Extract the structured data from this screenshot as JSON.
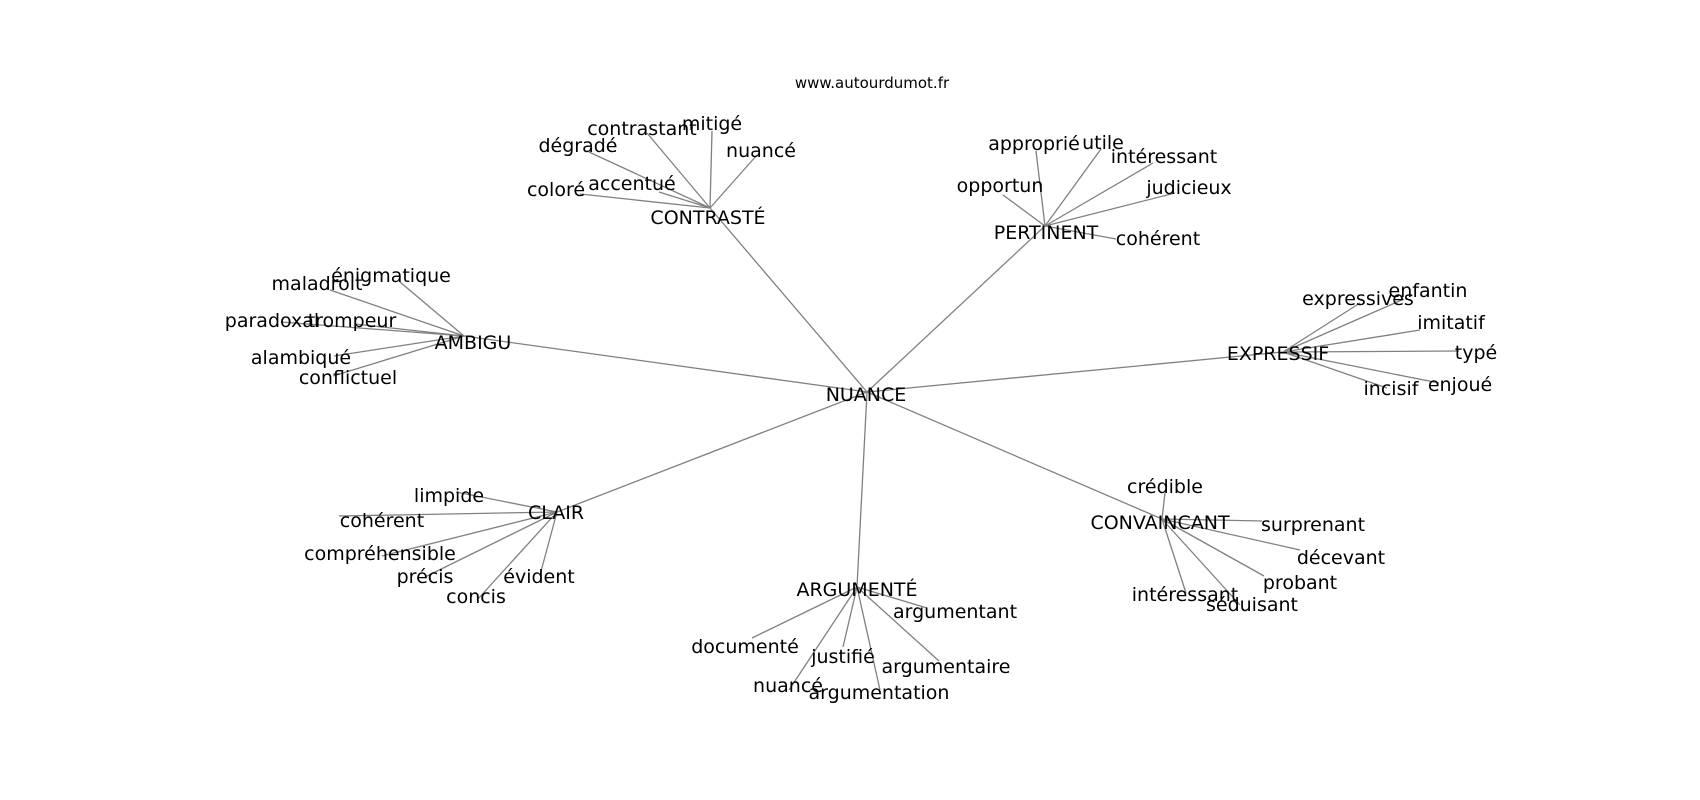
{
  "source": "www.autourdumot.fr",
  "center": "NUANCE",
  "clusters": [
    {
      "hub": "CONTRASTÉ",
      "words": [
        "contrastant",
        "mitigé",
        "dégradé",
        "nuancé",
        "accentué",
        "coloré"
      ]
    },
    {
      "hub": "PERTINENT",
      "words": [
        "approprié",
        "utile",
        "intéressant",
        "opportun",
        "judicieux",
        "cohérent"
      ]
    },
    {
      "hub": "AMBIGU",
      "words": [
        "énigmatique",
        "maladroit",
        "paradoxal",
        "trompeur",
        "alambiqué",
        "conflictuel"
      ]
    },
    {
      "hub": "EXPRESSIF",
      "words": [
        "enfantin",
        "expressives",
        "imitatif",
        "typé",
        "enjoué",
        "incisif"
      ]
    },
    {
      "hub": "CLAIR",
      "words": [
        "limpide",
        "cohérent",
        "compréhensible",
        "précis",
        "évident",
        "concis"
      ]
    },
    {
      "hub": "CONVAINCANT",
      "words": [
        "crédible",
        "surprenant",
        "décevant",
        "probant",
        "intéressant",
        "séduisant"
      ]
    },
    {
      "hub": "ARGUMENTÉ",
      "words": [
        "argumentant",
        "documenté",
        "justifié",
        "argumentaire",
        "nuancé",
        "argumentation"
      ]
    }
  ]
}
